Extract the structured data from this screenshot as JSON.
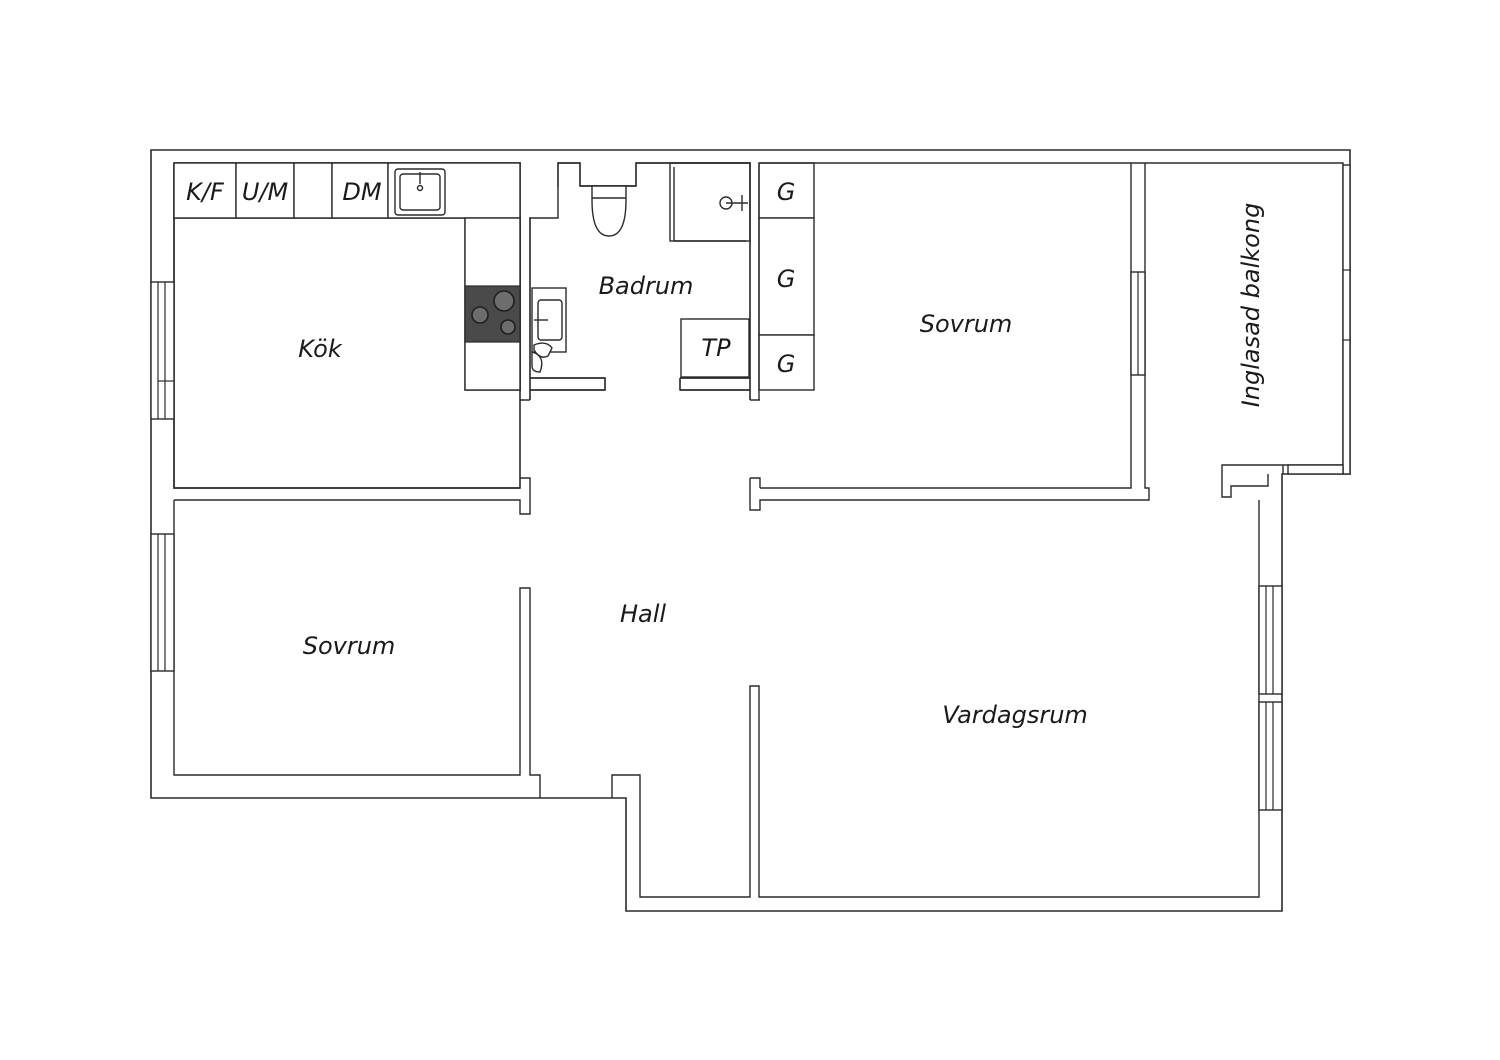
{
  "rooms": {
    "kok": "Kök",
    "badrum": "Badrum",
    "sovrum_1": "Sovrum",
    "sovrum_2": "Sovrum",
    "balkong": "Inglasad balkong",
    "hall": "Hall",
    "vardagsrum": "Vardagsrum"
  },
  "fixtures": {
    "kf": "K/F",
    "um": "U/M",
    "dm": "DM",
    "tp": "TP",
    "g1": "G",
    "g2": "G",
    "g3": "G"
  },
  "colors": {
    "line": "#2b2b2b",
    "stove": "#4a4a4a",
    "background": "#ffffff"
  }
}
